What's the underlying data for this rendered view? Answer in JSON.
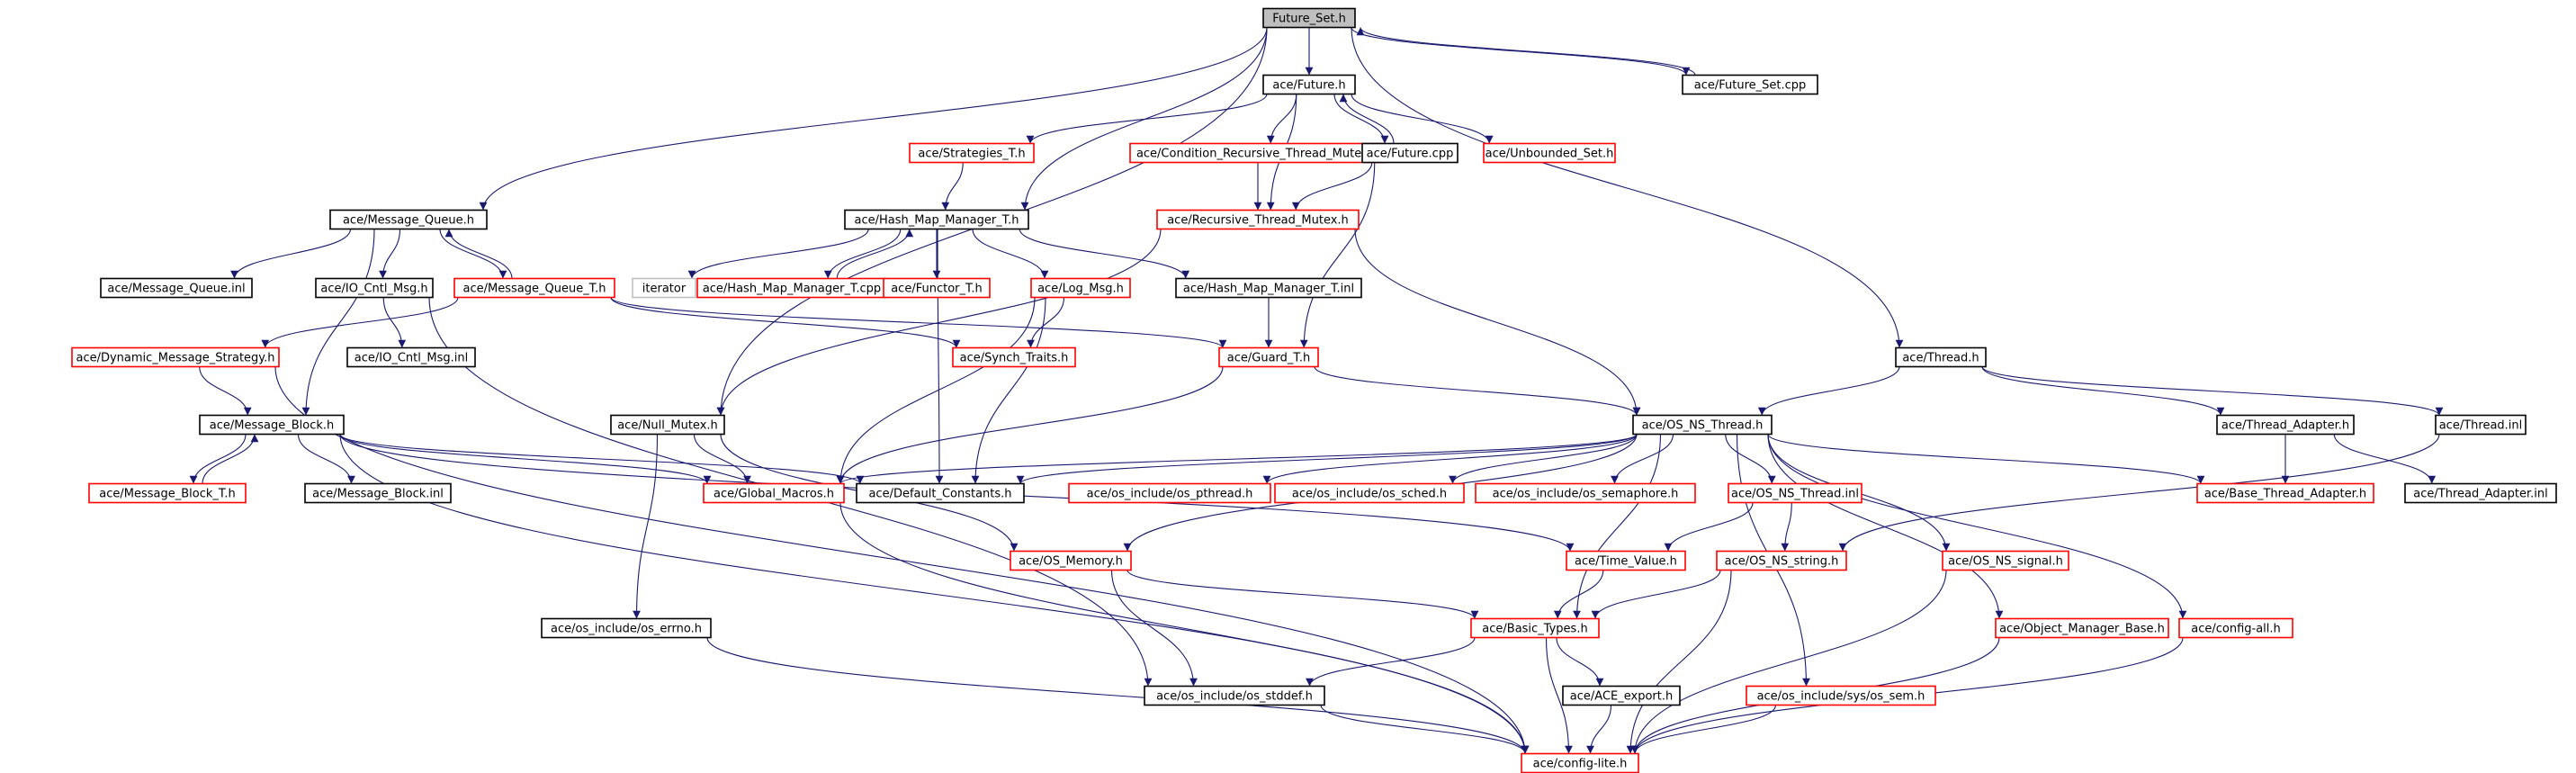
{
  "colors": {
    "edge": "#191970",
    "node_border_black": "#000000",
    "node_border_red": "#ff0000",
    "focus_fill": "#bfbfbf",
    "node_fill": "#ffffff"
  },
  "nodes": [
    {
      "id": "future_set_h",
      "label": "Future_Set.h",
      "style": "focus"
    },
    {
      "id": "future_h",
      "label": "ace/Future.h",
      "style": "black"
    },
    {
      "id": "future_set_cpp",
      "label": "ace/Future_Set.cpp",
      "style": "black"
    },
    {
      "id": "strategies_t_h",
      "label": "ace/Strategies_T.h",
      "style": "red"
    },
    {
      "id": "cond_rec_mutex_h",
      "label": "ace/Condition_Recursive_Thread_Mutex.h",
      "style": "red"
    },
    {
      "id": "future_cpp",
      "label": "ace/Future.cpp",
      "style": "black"
    },
    {
      "id": "unbounded_set_h",
      "label": "ace/Unbounded_Set.h",
      "style": "red"
    },
    {
      "id": "message_queue_h",
      "label": "ace/Message_Queue.h",
      "style": "black"
    },
    {
      "id": "hash_map_manager_t_h",
      "label": "ace/Hash_Map_Manager_T.h",
      "style": "black"
    },
    {
      "id": "recursive_thread_mutex_h",
      "label": "ace/Recursive_Thread_Mutex.h",
      "style": "red"
    },
    {
      "id": "message_queue_inl",
      "label": "ace/Message_Queue.inl",
      "style": "black"
    },
    {
      "id": "io_cntl_msg_h",
      "label": "ace/IO_Cntl_Msg.h",
      "style": "black"
    },
    {
      "id": "message_queue_t_h",
      "label": "ace/Message_Queue_T.h",
      "style": "red"
    },
    {
      "id": "iterator",
      "label": "iterator",
      "style": "gray"
    },
    {
      "id": "hash_map_manager_t_cpp",
      "label": "ace/Hash_Map_Manager_T.cpp",
      "style": "red"
    },
    {
      "id": "functor_t_h",
      "label": "ace/Functor_T.h",
      "style": "red"
    },
    {
      "id": "log_msg_h",
      "label": "ace/Log_Msg.h",
      "style": "red"
    },
    {
      "id": "hash_map_manager_t_inl",
      "label": "ace/Hash_Map_Manager_T.inl",
      "style": "black"
    },
    {
      "id": "dynamic_message_strategy_h",
      "label": "ace/Dynamic_Message_Strategy.h",
      "style": "red"
    },
    {
      "id": "io_cntl_msg_inl",
      "label": "ace/IO_Cntl_Msg.inl",
      "style": "black"
    },
    {
      "id": "synch_traits_h",
      "label": "ace/Synch_Traits.h",
      "style": "red"
    },
    {
      "id": "guard_t_h",
      "label": "ace/Guard_T.h",
      "style": "red"
    },
    {
      "id": "thread_h",
      "label": "ace/Thread.h",
      "style": "black"
    },
    {
      "id": "message_block_h",
      "label": "ace/Message_Block.h",
      "style": "black"
    },
    {
      "id": "null_mutex_h",
      "label": "ace/Null_Mutex.h",
      "style": "black"
    },
    {
      "id": "os_ns_thread_h",
      "label": "ace/OS_NS_Thread.h",
      "style": "black"
    },
    {
      "id": "thread_adapter_h",
      "label": "ace/Thread_Adapter.h",
      "style": "black"
    },
    {
      "id": "thread_inl",
      "label": "ace/Thread.inl",
      "style": "black"
    },
    {
      "id": "message_block_t_h",
      "label": "ace/Message_Block_T.h",
      "style": "red"
    },
    {
      "id": "message_block_inl",
      "label": "ace/Message_Block.inl",
      "style": "black"
    },
    {
      "id": "global_macros_h",
      "label": "ace/Global_Macros.h",
      "style": "red"
    },
    {
      "id": "default_constants_h",
      "label": "ace/Default_Constants.h",
      "style": "black"
    },
    {
      "id": "os_pthread_h",
      "label": "ace/os_include/os_pthread.h",
      "style": "red"
    },
    {
      "id": "os_sched_h",
      "label": "ace/os_include/os_sched.h",
      "style": "red"
    },
    {
      "id": "os_semaphore_h",
      "label": "ace/os_include/os_semaphore.h",
      "style": "red"
    },
    {
      "id": "os_ns_thread_inl",
      "label": "ace/OS_NS_Thread.inl",
      "style": "red"
    },
    {
      "id": "base_thread_adapter_h",
      "label": "ace/Base_Thread_Adapter.h",
      "style": "red"
    },
    {
      "id": "thread_adapter_inl",
      "label": "ace/Thread_Adapter.inl",
      "style": "black"
    },
    {
      "id": "time_value_h",
      "label": "ace/Time_Value.h",
      "style": "red"
    },
    {
      "id": "os_memory_h",
      "label": "ace/OS_Memory.h",
      "style": "red"
    },
    {
      "id": "os_ns_string_h",
      "label": "ace/OS_NS_string.h",
      "style": "red"
    },
    {
      "id": "os_ns_signal_h",
      "label": "ace/OS_NS_signal.h",
      "style": "red"
    },
    {
      "id": "os_errno_h",
      "label": "ace/os_include/os_errno.h",
      "style": "black"
    },
    {
      "id": "basic_types_h",
      "label": "ace/Basic_Types.h",
      "style": "red"
    },
    {
      "id": "object_manager_base_h",
      "label": "ace/Object_Manager_Base.h",
      "style": "red"
    },
    {
      "id": "config_all_h",
      "label": "ace/config-all.h",
      "style": "red"
    },
    {
      "id": "os_stddef_h",
      "label": "ace/os_include/os_stddef.h",
      "style": "black"
    },
    {
      "id": "ace_export_h",
      "label": "ace/ACE_export.h",
      "style": "black"
    },
    {
      "id": "os_sem_h",
      "label": "ace/os_include/sys/os_sem.h",
      "style": "red"
    },
    {
      "id": "config_lite_h",
      "label": "ace/config-lite.h",
      "style": "red"
    }
  ],
  "edges": [
    [
      "future_set_h",
      "future_h"
    ],
    [
      "future_set_h",
      "future_set_cpp"
    ],
    [
      "future_set_cpp",
      "future_set_h"
    ],
    [
      "future_set_h",
      "message_queue_h"
    ],
    [
      "future_set_h",
      "hash_map_manager_t_h"
    ],
    [
      "future_set_h",
      "thread_h"
    ],
    [
      "future_set_h",
      "null_mutex_h"
    ],
    [
      "future_h",
      "strategies_t_h"
    ],
    [
      "future_h",
      "cond_rec_mutex_h"
    ],
    [
      "future_h",
      "future_cpp"
    ],
    [
      "future_cpp",
      "future_h"
    ],
    [
      "future_h",
      "unbounded_set_h"
    ],
    [
      "future_h",
      "recursive_thread_mutex_h"
    ],
    [
      "cond_rec_mutex_h",
      "recursive_thread_mutex_h"
    ],
    [
      "future_cpp",
      "recursive_thread_mutex_h"
    ],
    [
      "future_cpp",
      "guard_t_h"
    ],
    [
      "strategies_t_h",
      "hash_map_manager_t_h"
    ],
    [
      "recursive_thread_mutex_h",
      "os_ns_thread_h"
    ],
    [
      "recursive_thread_mutex_h",
      "null_mutex_h"
    ],
    [
      "message_queue_h",
      "message_queue_inl"
    ],
    [
      "message_queue_h",
      "io_cntl_msg_h"
    ],
    [
      "message_queue_h",
      "message_queue_t_h"
    ],
    [
      "message_queue_t_h",
      "message_queue_h"
    ],
    [
      "message_queue_h",
      "message_block_h"
    ],
    [
      "hash_map_manager_t_h",
      "iterator"
    ],
    [
      "hash_map_manager_t_h",
      "hash_map_manager_t_cpp"
    ],
    [
      "hash_map_manager_t_cpp",
      "hash_map_manager_t_h"
    ],
    [
      "hash_map_manager_t_h",
      "functor_t_h"
    ],
    [
      "hash_map_manager_t_h",
      "log_msg_h"
    ],
    [
      "hash_map_manager_t_h",
      "hash_map_manager_t_inl"
    ],
    [
      "hash_map_manager_t_h",
      "default_constants_h"
    ],
    [
      "io_cntl_msg_h",
      "io_cntl_msg_inl"
    ],
    [
      "io_cntl_msg_h",
      "os_stddef_h"
    ],
    [
      "message_queue_t_h",
      "dynamic_message_strategy_h"
    ],
    [
      "message_queue_t_h",
      "synch_traits_h"
    ],
    [
      "message_queue_t_h",
      "guard_t_h"
    ],
    [
      "log_msg_h",
      "synch_traits_h"
    ],
    [
      "log_msg_h",
      "global_macros_h"
    ],
    [
      "log_msg_h",
      "default_constants_h"
    ],
    [
      "hash_map_manager_t_inl",
      "guard_t_h"
    ],
    [
      "dynamic_message_strategy_h",
      "message_block_h"
    ],
    [
      "dynamic_message_strategy_h",
      "config_lite_h"
    ],
    [
      "guard_t_h",
      "os_ns_thread_h"
    ],
    [
      "guard_t_h",
      "global_macros_h"
    ],
    [
      "thread_h",
      "os_ns_thread_h"
    ],
    [
      "thread_h",
      "thread_adapter_h"
    ],
    [
      "thread_h",
      "thread_inl"
    ],
    [
      "thread_adapter_h",
      "base_thread_adapter_h"
    ],
    [
      "thread_adapter_h",
      "thread_adapter_inl"
    ],
    [
      "thread_inl",
      "os_ns_string_h"
    ],
    [
      "message_block_h",
      "message_block_t_h"
    ],
    [
      "message_block_t_h",
      "message_block_h"
    ],
    [
      "message_block_h",
      "message_block_inl"
    ],
    [
      "message_block_h",
      "global_macros_h"
    ],
    [
      "message_block_h",
      "default_constants_h"
    ],
    [
      "message_block_h",
      "time_value_h"
    ],
    [
      "message_block_h",
      "config_lite_h"
    ],
    [
      "null_mutex_h",
      "global_macros_h"
    ],
    [
      "null_mutex_h",
      "os_memory_h"
    ],
    [
      "null_mutex_h",
      "os_errno_h"
    ],
    [
      "os_ns_thread_h",
      "global_macros_h"
    ],
    [
      "os_ns_thread_h",
      "default_constants_h"
    ],
    [
      "os_ns_thread_h",
      "os_pthread_h"
    ],
    [
      "os_ns_thread_h",
      "os_sched_h"
    ],
    [
      "os_ns_thread_h",
      "os_semaphore_h"
    ],
    [
      "os_ns_thread_h",
      "os_ns_thread_inl"
    ],
    [
      "os_ns_thread_h",
      "base_thread_adapter_h"
    ],
    [
      "os_ns_thread_h",
      "os_memory_h"
    ],
    [
      "os_ns_thread_h",
      "os_ns_signal_h"
    ],
    [
      "os_ns_thread_h",
      "object_manager_base_h"
    ],
    [
      "os_ns_thread_h",
      "config_all_h"
    ],
    [
      "os_ns_thread_h",
      "basic_types_h"
    ],
    [
      "os_ns_thread_h",
      "os_sem_h"
    ],
    [
      "os_ns_thread_inl",
      "time_value_h"
    ],
    [
      "os_ns_thread_inl",
      "os_ns_string_h"
    ],
    [
      "time_value_h",
      "basic_types_h"
    ],
    [
      "os_memory_h",
      "basic_types_h"
    ],
    [
      "os_memory_h",
      "os_stddef_h"
    ],
    [
      "os_ns_string_h",
      "basic_types_h"
    ],
    [
      "os_ns_string_h",
      "config_lite_h"
    ],
    [
      "basic_types_h",
      "os_stddef_h"
    ],
    [
      "basic_types_h",
      "ace_export_h"
    ],
    [
      "basic_types_h",
      "config_lite_h"
    ],
    [
      "os_ns_signal_h",
      "config_lite_h"
    ],
    [
      "object_manager_base_h",
      "config_lite_h"
    ],
    [
      "config_all_h",
      "config_lite_h"
    ],
    [
      "os_stddef_h",
      "config_lite_h"
    ],
    [
      "ace_export_h",
      "config_lite_h"
    ],
    [
      "os_sem_h",
      "config_lite_h"
    ],
    [
      "os_errno_h",
      "config_lite_h"
    ],
    [
      "global_macros_h",
      "config_lite_h"
    ]
  ]
}
